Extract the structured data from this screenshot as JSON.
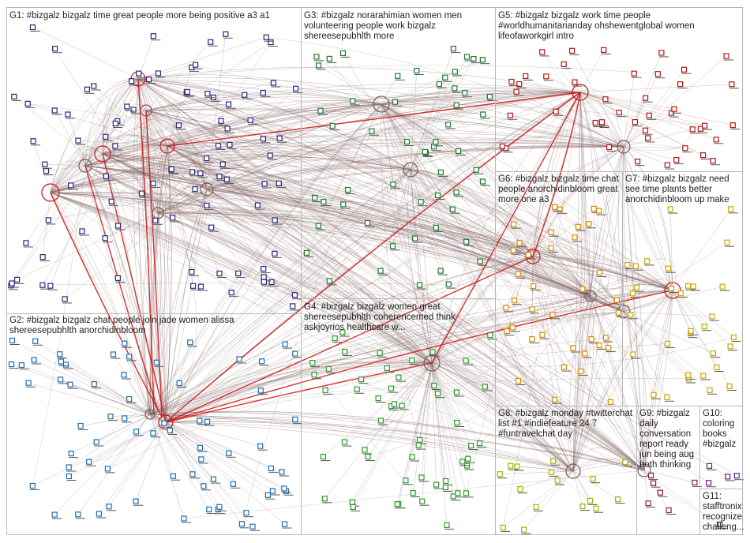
{
  "groups": [
    {
      "id": "G1",
      "label": "G1: #bizgalz bizgalz time great people more being positive a3 a1",
      "color": "#2a2a7a"
    },
    {
      "id": "G2",
      "label": "G2: #bizgalz bizgalz chat people join jade women alissa shereesepubhlth anorchidinbloom",
      "color": "#1f6fb0"
    },
    {
      "id": "G3",
      "label": "G3: #bizgalz norarahimian women men volunteering people work bizgalz shereesepubhlth more",
      "color": "#1e7a2e"
    },
    {
      "id": "G4",
      "label": "G4: #bizgalz bizgalz women great shereesepubhlth coherencemed think askjoyrios healthcare w...",
      "color": "#2e9a2e"
    },
    {
      "id": "G5",
      "label": "G5: #bizgalz bizgalz work time people #worldhumanitarianday ohshewentglobal women lifeofaworkgirl intro",
      "color": "#b01818"
    },
    {
      "id": "G6",
      "label": "G6: #bizgalz bizgalz time chat people anorchidinbloom great more one a3",
      "color": "#d98c00"
    },
    {
      "id": "G7",
      "label": "G7: #bizgalz bizgalz need see time plants better anorchidinbloom up make",
      "color": "#c9a800"
    },
    {
      "id": "G8",
      "label": "G8: #bizgalz monday #twitterchat list #1 #indiefeature 24 7 #funtravelchat day",
      "color": "#9ab800"
    },
    {
      "id": "G9",
      "label": "G9: #bizgalz daily conversation report ready jun being aug both thinking",
      "color": "#8a1c5a"
    },
    {
      "id": "G10",
      "label": "G10: coloring books #bizgalz",
      "color": "#6a1e8a"
    },
    {
      "id": "G11",
      "label": "G11: stafftronix recognize challeng...",
      "color": "#333333"
    }
  ],
  "colors": {
    "edge": "#8a6a6a",
    "edge_strong": "#cc1010",
    "border": "#b8b8b8"
  }
}
